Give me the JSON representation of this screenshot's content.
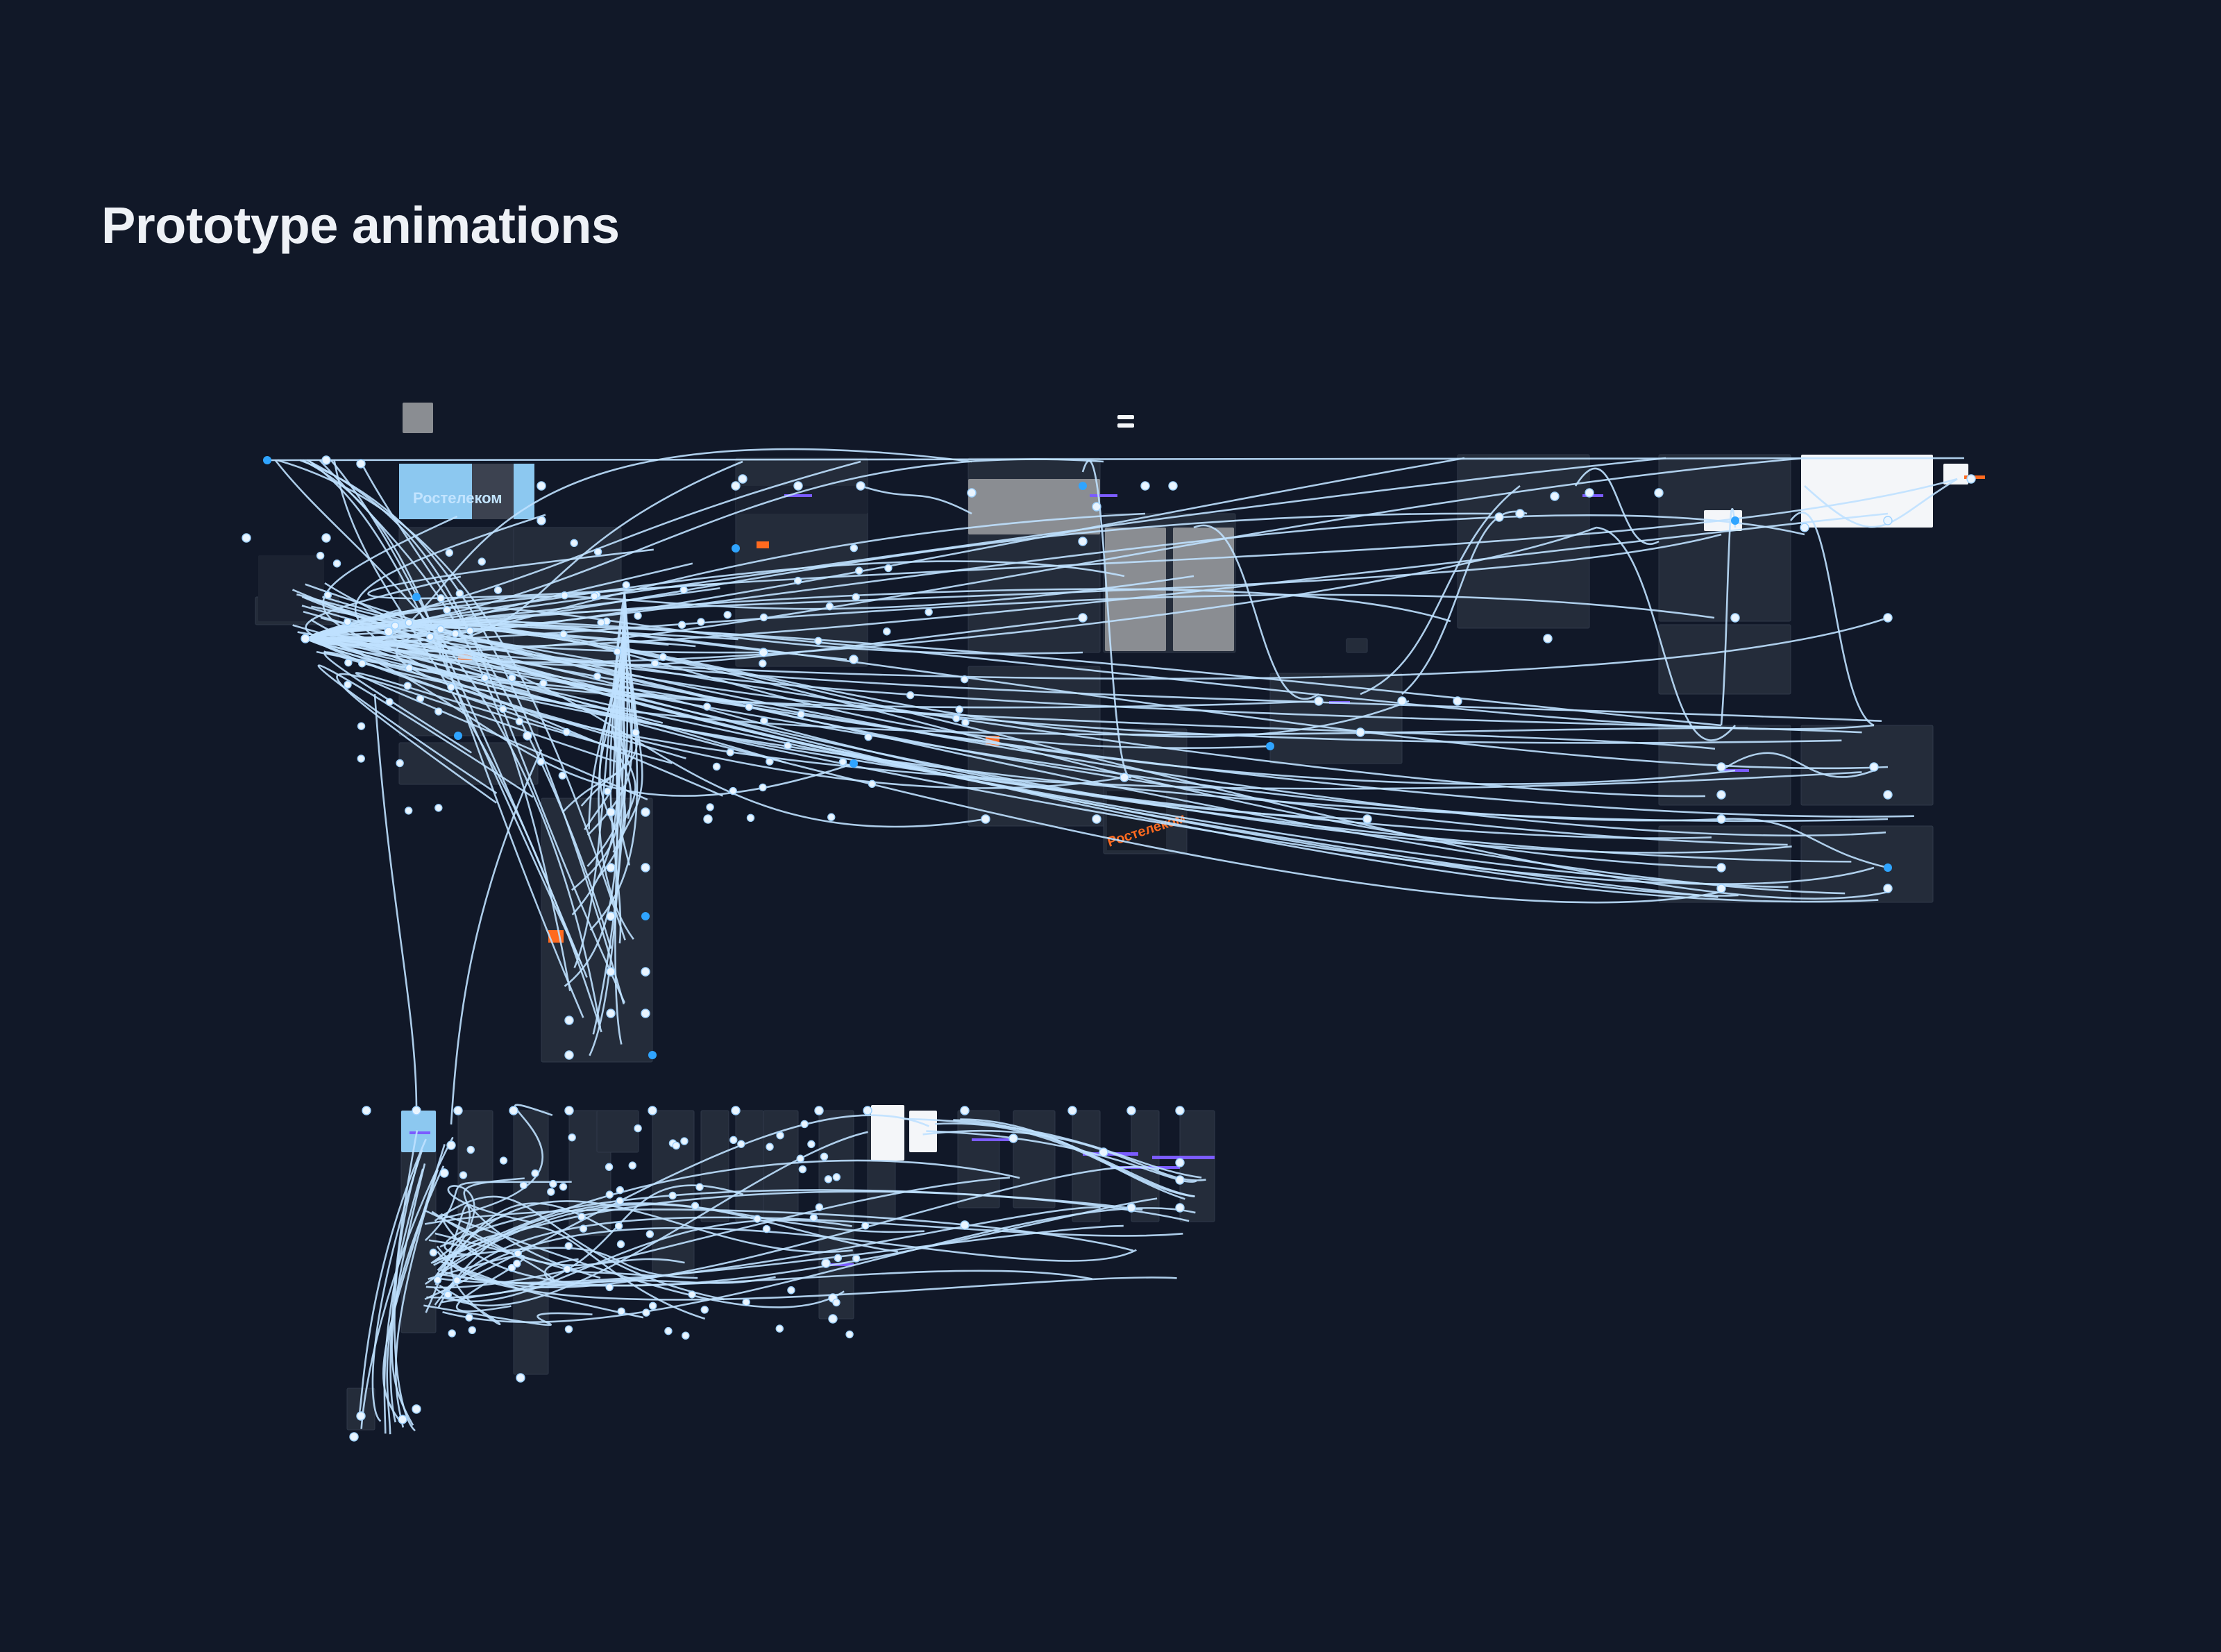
{
  "page": {
    "title": "Prototype animations"
  },
  "canvas": {
    "background_color": "#111828",
    "wire_color": "#bfe1ff",
    "node_color": "#eaf5ff",
    "accent_purple": "#7b5cff",
    "accent_orange": "#ff6a1f",
    "start_node_color": "#2fa4ff"
  },
  "frames": {
    "hero_brand_text": "Ростелеком",
    "promo_brand_text": "Ростелеком"
  }
}
